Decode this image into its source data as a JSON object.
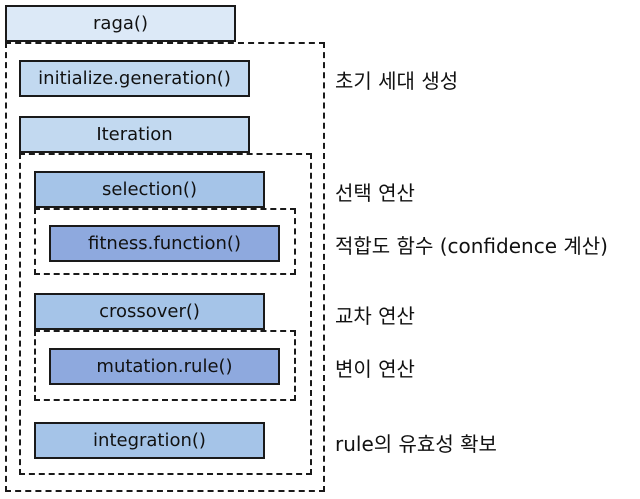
{
  "functions": {
    "raga": "raga()",
    "initialize_generation": "initialize.generation()",
    "iteration": "Iteration",
    "selection": "selection()",
    "fitness_function": "fitness.function()",
    "crossover": "crossover()",
    "mutation_rule": "mutation.rule()",
    "integration": "integration()"
  },
  "annotations": {
    "init": "초기 세대 생성",
    "selection": "선택 연산",
    "fitness": "적합도 함수 (confidence 계산)",
    "crossover": "교차 연산",
    "mutation": "변이 연산",
    "integration": "rule의 유효성 확보"
  },
  "colors": {
    "level0": "#dce9f7",
    "level1": "#c2d9f0",
    "level2": "#a5c4e8",
    "level3": "#8ea9de",
    "border": "#1a1a1a"
  }
}
